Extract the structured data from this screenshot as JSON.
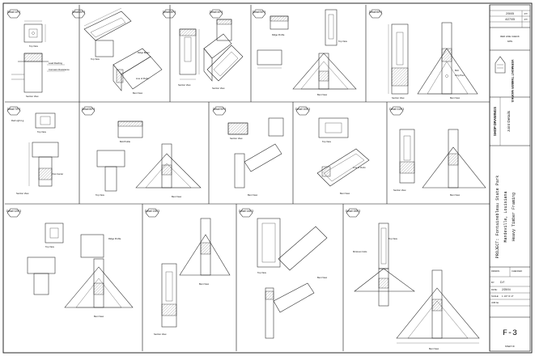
{
  "sheet": {
    "logo_text": "VERMONT TIMBER WORKS",
    "revisions": [
      {
        "date": "2/5/05",
        "by": "P.T."
      },
      {
        "date": "4/27/05",
        "by": "P.T."
      }
    ],
    "stamp_text": "RED LINE CHECK",
    "stamp_sub": "DATE",
    "shop_drawings": "SHOP DRAWINGS",
    "drawing_title": "Joint Details",
    "project_line1": "PROJECT: Fontainebleau State Park",
    "project_line2": "Mandeville, Louisiana",
    "project_line3": "Heavy Timber Framing",
    "meta": [
      {
        "label": "DRAWN:",
        "value": ""
      },
      {
        "label": "CHECKED:",
        "value": ""
      },
      {
        "label": "BY:",
        "value": "D.F."
      },
      {
        "label": "DATE:",
        "value": "2/25/04"
      },
      {
        "label": "SCALE:",
        "value": "1 1/2\"=1'-0\""
      },
      {
        "label": "JOB No.",
        "value": ""
      }
    ],
    "sheet_no": "F-3",
    "sheet_of": "SHEET OF"
  },
  "details": [
    {
      "id": "d1",
      "bubble": "Detail 1/F3",
      "views": [
        "Top View",
        "Section View",
        "Lead Flashing",
        "Corrosion Resistance"
      ]
    },
    {
      "id": "d2",
      "bubble": "Detail 2/F3",
      "views": [
        "Top View",
        "Line of Purlin",
        "Bent View",
        "Ridge Beam"
      ]
    },
    {
      "id": "d3",
      "bubble": "Detail 3/F3",
      "views": [
        "Section View"
      ]
    },
    {
      "id": "d4",
      "bubble": "Detail 4/F3",
      "views": [
        "Section View"
      ]
    },
    {
      "id": "d5",
      "bubble": "Detail 5/F3",
      "views": [
        "Top View",
        "Ridge Profile",
        "Bent View"
      ]
    },
    {
      "id": "d6",
      "bubble": "Detail 6/F3",
      "views": [
        "Section View",
        "Bent View",
        "Bolt",
        "King Post"
      ]
    },
    {
      "id": "d7",
      "bubble": "Detail 7/F3",
      "views": [
        "Top View",
        "Section View",
        "Red Light Lg.",
        "Post Center"
      ]
    },
    {
      "id": "d8",
      "bubble": "Detail 8/F3",
      "views": [
        "Bolt Profile",
        "Bent View",
        "Top View"
      ]
    },
    {
      "id": "d9",
      "bubble": "Detail 9/F3",
      "views": [
        "Section View",
        "Bent View"
      ]
    },
    {
      "id": "d10",
      "bubble": "Detail 10/F3",
      "views": [
        "Top View",
        "Line of Purlin",
        "Bent View"
      ]
    },
    {
      "id": "d11",
      "bubble": "Detail 11/F3",
      "views": [
        "Section View",
        "Bent View"
      ]
    },
    {
      "id": "d12",
      "bubble": "Detail 12/F3",
      "views": [
        "Top View",
        "Ridge Profile",
        "Bent View"
      ]
    },
    {
      "id": "d13",
      "bubble": "Detail 13/F3",
      "views": [
        "Section View",
        "Bent View"
      ]
    },
    {
      "id": "d14",
      "bubble": "Detail 14/F3",
      "views": [
        "Top View",
        "Bent View"
      ]
    },
    {
      "id": "d15",
      "bubble": "Detail 15/F3",
      "views": [
        "Minimum bolts",
        "Top View",
        "Bent View"
      ]
    }
  ]
}
